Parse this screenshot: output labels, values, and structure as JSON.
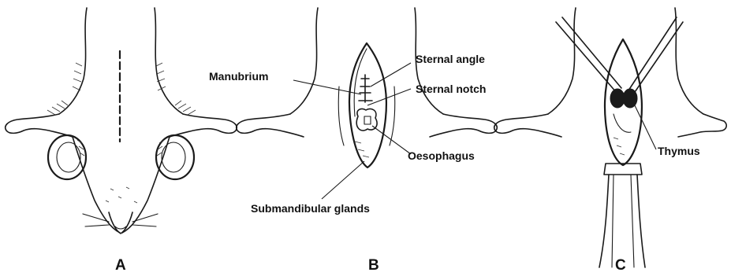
{
  "panels": [
    {
      "id": "A",
      "label": "A"
    },
    {
      "id": "B",
      "label": "B"
    },
    {
      "id": "C",
      "label": "C"
    }
  ],
  "annotations": {
    "manubrium": "Manubrium",
    "sternal_angle": "Sternal angle",
    "sternal_notch": "Sternal notch",
    "oesophagus": "Oesophagus",
    "submandibular_glands": "Submandibular glands",
    "thymus": "Thymus"
  },
  "colors": {
    "ink": "#1a1a1a",
    "background": "#ffffff"
  }
}
